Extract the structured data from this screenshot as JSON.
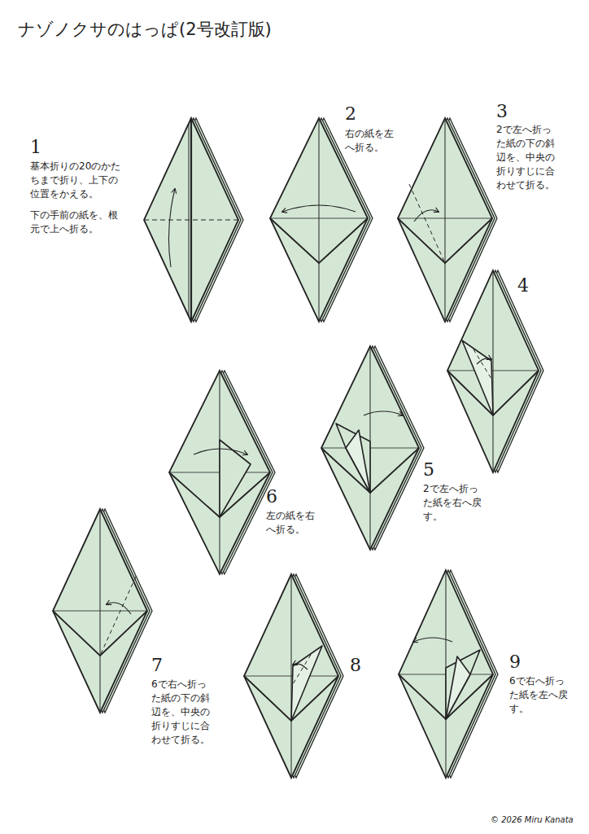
{
  "diagram": {
    "title": "ナゾノクサのはっぱ(2号改訂版)",
    "labels": [
      "1",
      "基本折りの20のかたちまで折り、上下の位置をかえる。",
      "下の手前の紙を、根元で上へ折る。",
      "2",
      "右の紙を左へ折る。",
      "3",
      "2で左へ折った紙の下の斜辺を、中央の折りすじに合わせて折る。",
      "4",
      "5",
      "2で左へ折った紙を右へ戻す。",
      "6",
      "左の紙を右へ折る。",
      "7",
      "6で右へ折った紙の下の斜辺を、中央の折りすじに合わせて折る。",
      "8",
      "9",
      "6で右へ折った紙を左へ戻す。",
      "© 2026 Miru Kanata"
    ]
  }
}
